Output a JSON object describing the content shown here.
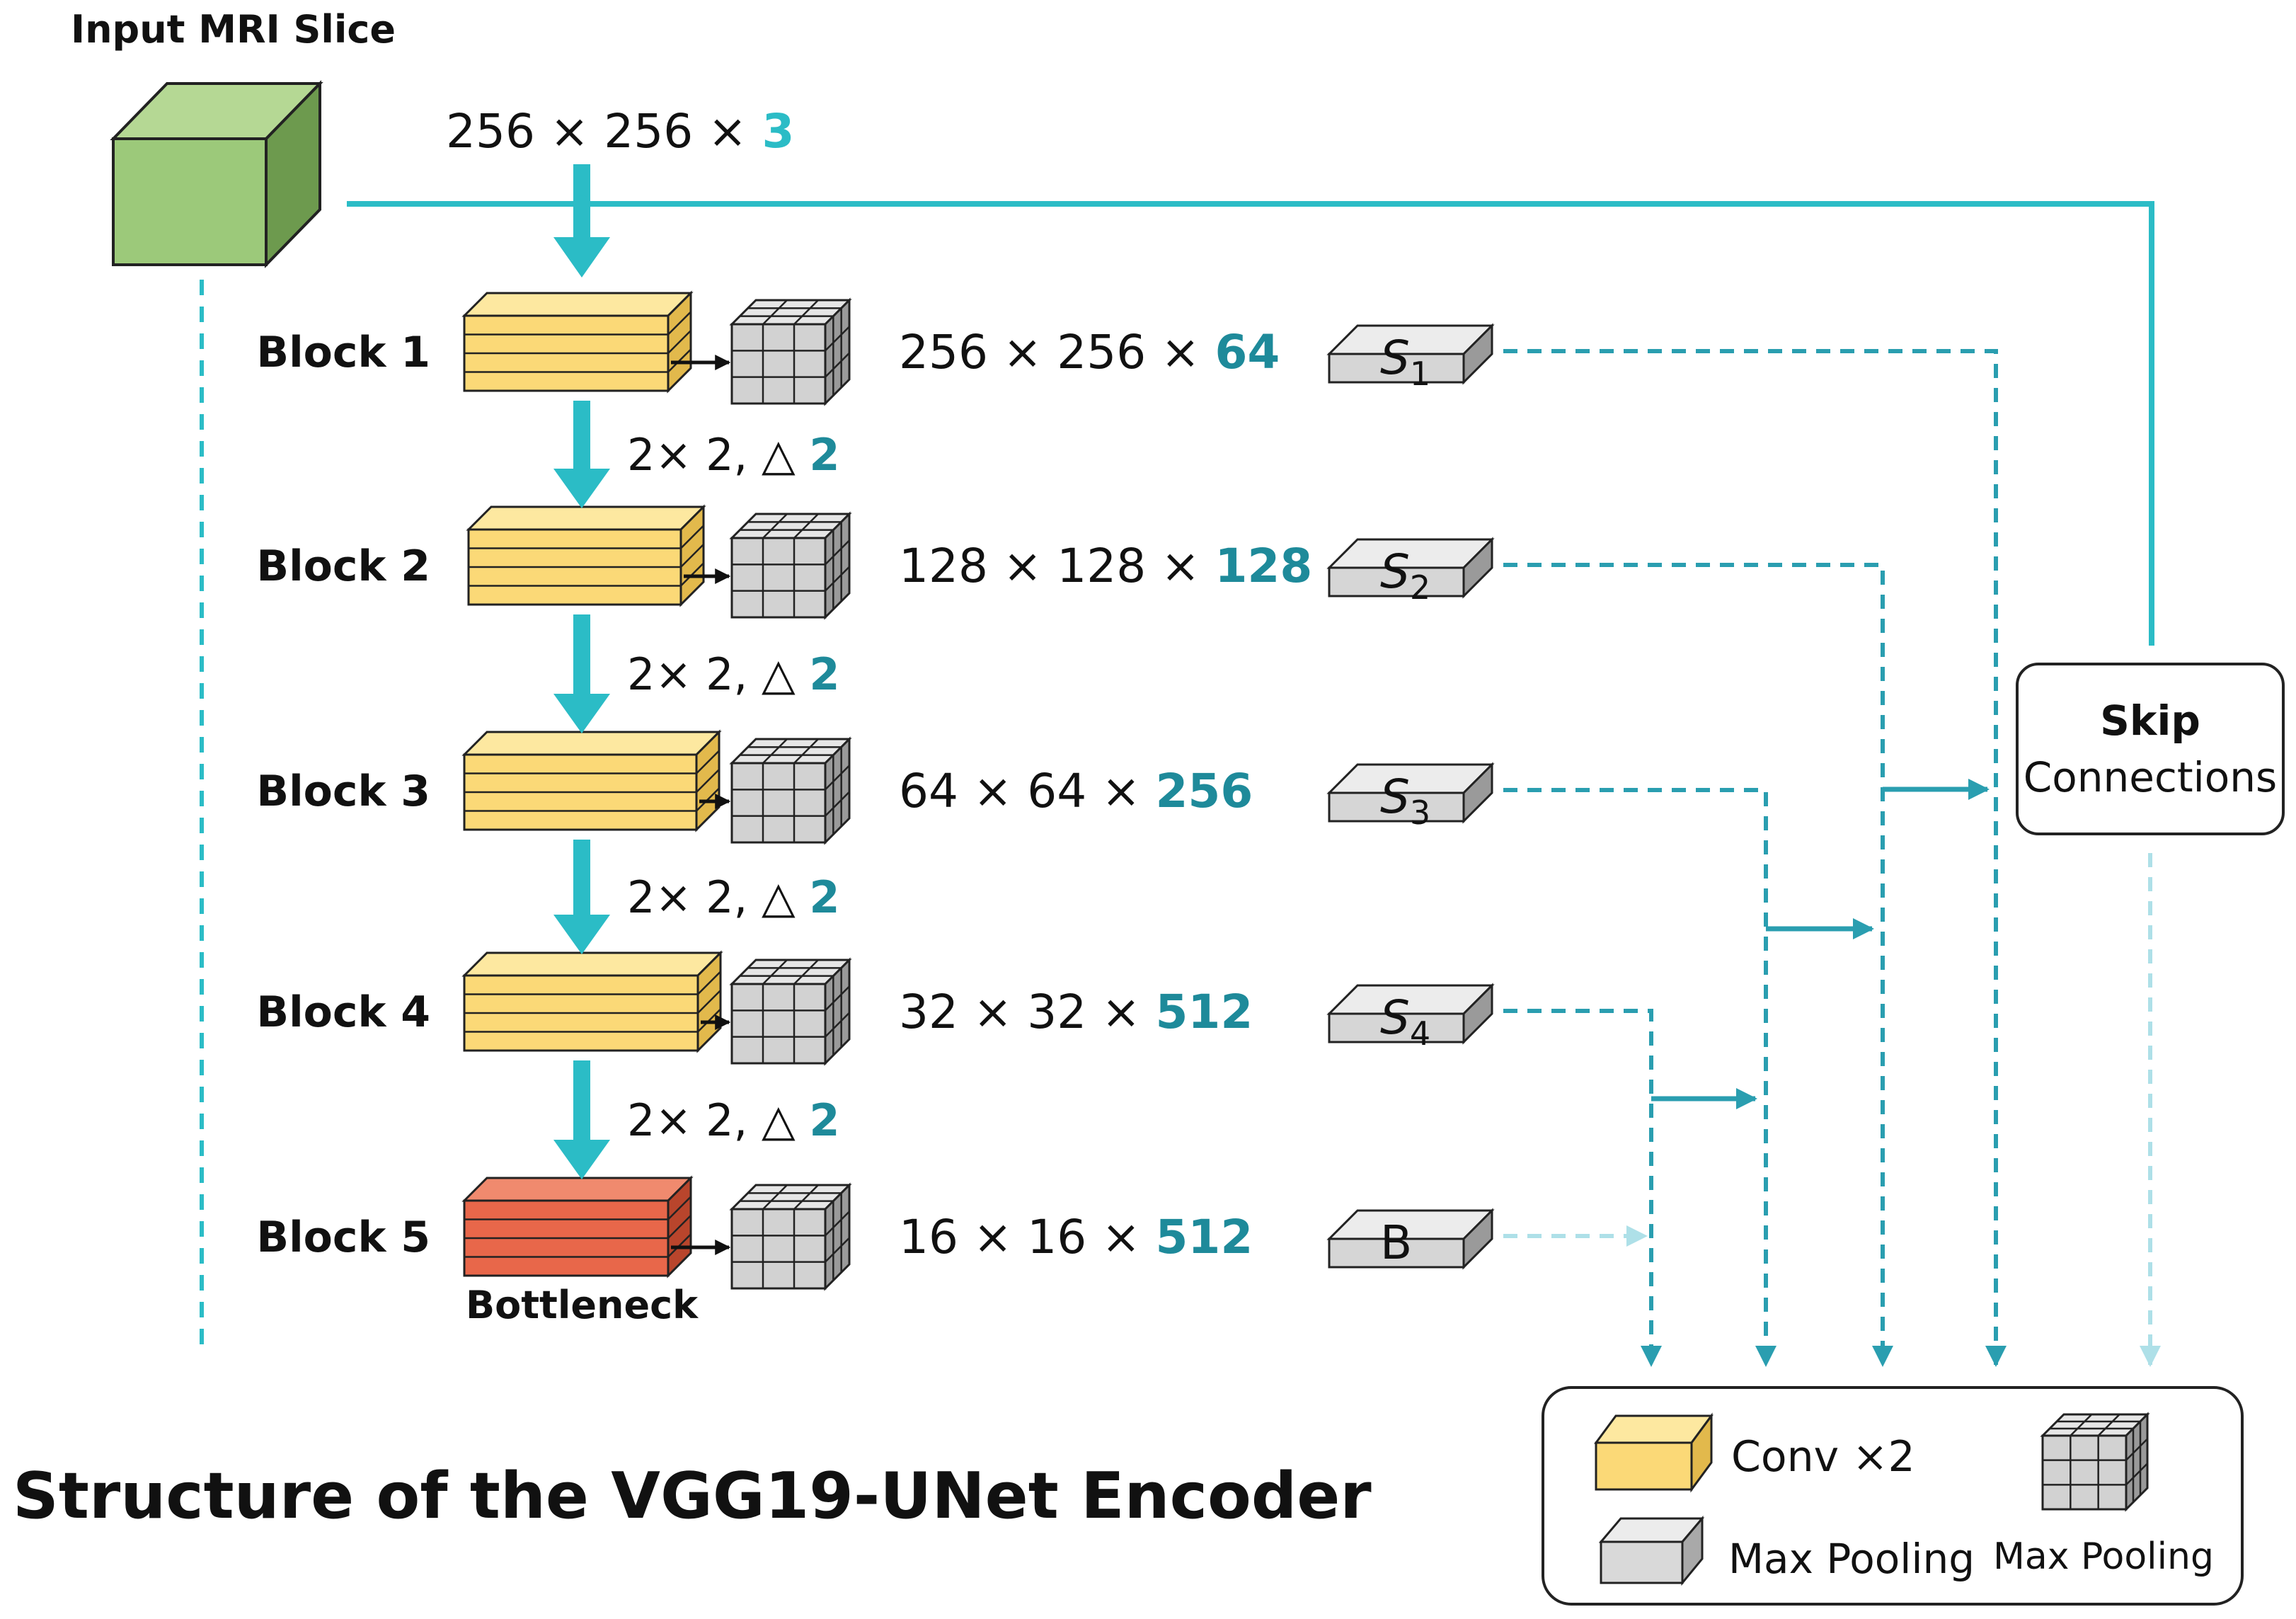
{
  "title": "Structure of the VGG19-UNet Encoder",
  "input": {
    "label": "Input MRI Slice",
    "dims_prefix": "256 × 256 × ",
    "dims_channels": "3"
  },
  "blocks": [
    {
      "label": "Block 1",
      "dims_prefix": "256 × 256 × ",
      "dims_channels": "64",
      "skip_main": "S",
      "skip_sub": "1",
      "kind": "conv"
    },
    {
      "label": "Block 2",
      "dims_prefix": "128 × 128 × ",
      "dims_channels": "128",
      "skip_main": "S",
      "skip_sub": "2",
      "kind": "conv"
    },
    {
      "label": "Block 3",
      "dims_prefix": "64 × 64 × ",
      "dims_channels": "256",
      "skip_main": "S",
      "skip_sub": "3",
      "kind": "conv"
    },
    {
      "label": "Block 4",
      "dims_prefix": "32 × 32 × ",
      "dims_channels": "512",
      "skip_main": "S",
      "skip_sub": "4",
      "kind": "conv"
    },
    {
      "label": "Block 5",
      "dims_prefix": "16 × 16 × ",
      "dims_channels": "512",
      "skip_main": "B",
      "skip_sub": "",
      "kind": "bottleneck"
    }
  ],
  "bottleneck_label": "Bottleneck",
  "pooling": [
    {
      "prefix": "2× 2, △ ",
      "stride": "2"
    },
    {
      "prefix": "2× 2, △ ",
      "stride": "2"
    },
    {
      "prefix": "2× 2, △ ",
      "stride": "2"
    },
    {
      "prefix": "2× 2, △ ",
      "stride": "2"
    }
  ],
  "skip_box": {
    "line1": "Skip",
    "line2": "Connections"
  },
  "legend": {
    "conv": "Conv ×2",
    "maxpool_1": "Max Pooling",
    "maxpool_2": "Max Pooling"
  },
  "colors": {
    "teal": "#2bbcc6",
    "teal_dark": "#1e8a9a",
    "conv_yellow": "#fbd977",
    "bottleneck_red": "#e8674a",
    "input_green": "#9cc97a",
    "pool_gray": "#d9d9d9"
  }
}
